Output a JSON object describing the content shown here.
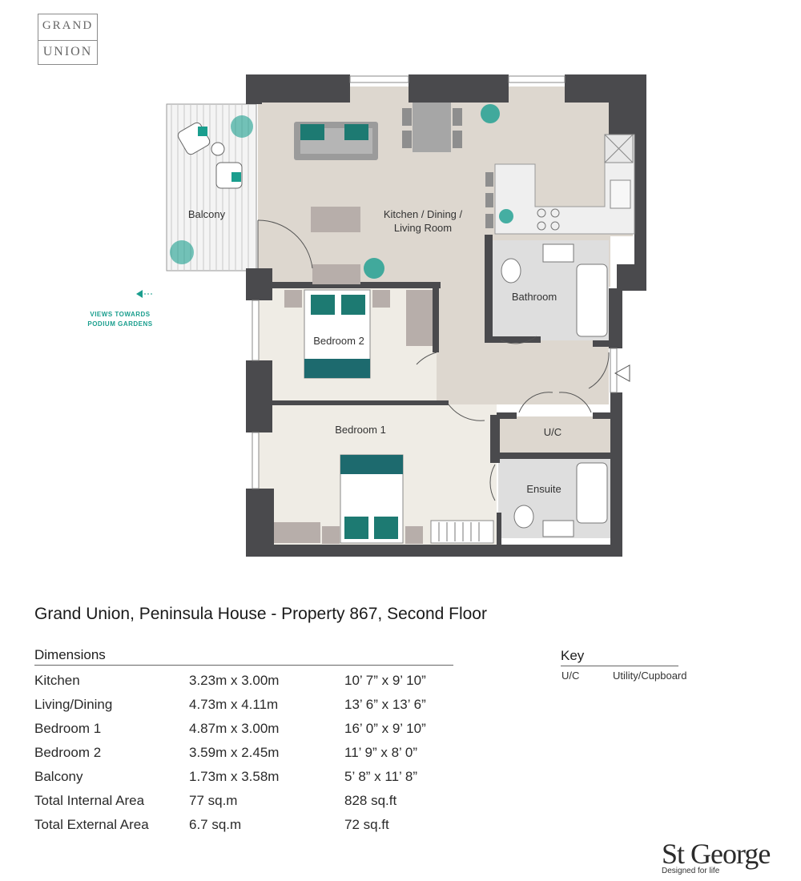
{
  "logo": {
    "line1": "GRAND",
    "line2": "UNION"
  },
  "plan": {
    "rooms": {
      "kitchen_line1": "Kitchen / Dining /",
      "kitchen_line2": "Living Room",
      "balcony": "Balcony",
      "bathroom": "Bathroom",
      "bedroom2": "Bedroom 2",
      "bedroom1": "Bedroom 1",
      "uc": "U/C",
      "ensuite": "Ensuite"
    },
    "views_line1": "VIEWS TOWARDS",
    "views_line2": "PODIUM GARDENS"
  },
  "title": "Grand Union, Peninsula House - Property 867, Second Floor",
  "dimensions": {
    "heading": "Dimensions",
    "rows": [
      {
        "room": "Kitchen",
        "metric": "3.23m x 3.00m",
        "imperial": "10’ 7” x 9’ 10”"
      },
      {
        "room": "Living/Dining",
        "metric": "4.73m x 4.11m",
        "imperial": "13’ 6” x 13’ 6”"
      },
      {
        "room": "Bedroom 1",
        "metric": "4.87m x 3.00m",
        "imperial": "16’ 0” x 9’ 10”"
      },
      {
        "room": "Bedroom 2",
        "metric": "3.59m x 2.45m",
        "imperial": "11’ 9” x 8’ 0”"
      },
      {
        "room": "Balcony",
        "metric": "1.73m x 3.58m",
        "imperial": "5’ 8” x 11’ 8”"
      },
      {
        "room": "Total Internal Area",
        "metric": "77 sq.m",
        "imperial": "828 sq.ft"
      },
      {
        "room": "Total External Area",
        "metric": "6.7 sq.m",
        "imperial": "72 sq.ft"
      }
    ]
  },
  "key": {
    "heading": "Key",
    "abbr": "U/C",
    "desc": "Utility/Cupboard"
  },
  "brand": {
    "name": "St George",
    "tagline": "Designed for life"
  },
  "colors": {
    "wall": "#4a4a4d",
    "wood": "#ddd7cf",
    "bedroom": "#efece5",
    "teal": "#1d7a72",
    "accent": "#1a9e8e"
  }
}
